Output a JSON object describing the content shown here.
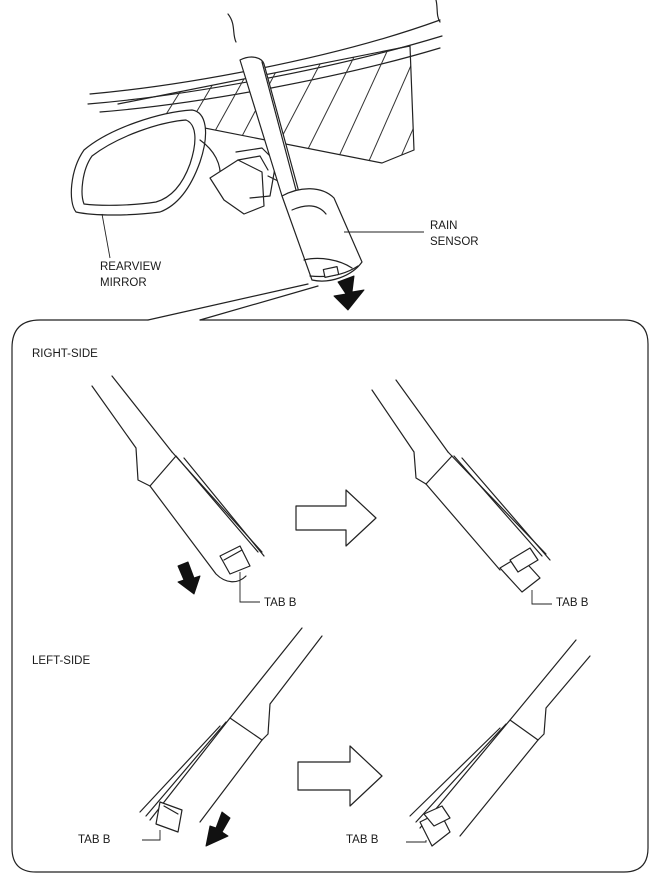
{
  "labels": {
    "rain_sensor_line1": "RAIN",
    "rain_sensor_line2": "SENSOR",
    "rearview_line1": "REARVIEW",
    "rearview_line2": "MIRROR",
    "right_side": "RIGHT-SIDE",
    "left_side": "LEFT-SIDE",
    "tab_b": "TAB B"
  }
}
